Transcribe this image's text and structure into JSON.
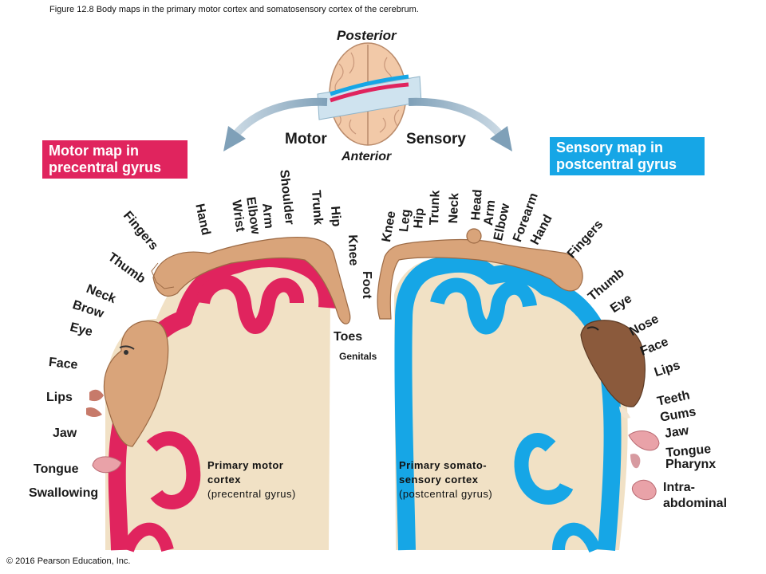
{
  "caption": "Figure 12.8 Body maps in the primary motor cortex and somatosensory cortex of the cerebrum.",
  "copyright": "© 2016 Pearson Education, Inc.",
  "orientation": {
    "posterior": "Posterior",
    "anterior": "Anterior"
  },
  "arrows": {
    "motor": "Motor",
    "sensory": "Sensory"
  },
  "motor_box": {
    "line1": "Motor map in",
    "line2": "precentral gyrus"
  },
  "sensory_box": {
    "line1": "Sensory map in",
    "line2": "postcentral gyrus"
  },
  "motor_labels": {
    "fingers": "Fingers",
    "hand": "Hand",
    "wrist": "Wrist",
    "elbow": "Elbow",
    "arm": "Arm",
    "shoulder": "Shoulder",
    "trunk": "Trunk",
    "hip": "Hip",
    "knee": "Knee",
    "foot": "Foot",
    "toes": "Toes",
    "thumb": "Thumb",
    "neck": "Neck",
    "brow": "Brow",
    "eye": "Eye",
    "face": "Face",
    "lips": "Lips",
    "jaw": "Jaw",
    "tongue": "Tongue",
    "swallowing": "Swallowing"
  },
  "sensory_labels": {
    "genitals": "Genitals",
    "knee": "Knee",
    "leg": "Leg",
    "hip": "Hip",
    "trunk": "Trunk",
    "neck": "Neck",
    "head": "Head",
    "arm": "Arm",
    "elbow": "Elbow",
    "forearm": "Forearm",
    "hand": "Hand",
    "fingers": "Fingers",
    "thumb": "Thumb",
    "eye": "Eye",
    "nose": "Nose",
    "face": "Face",
    "lips": "Lips",
    "teeth": "Teeth",
    "gums": "Gums",
    "jaw": "Jaw",
    "tongue": "Tongue",
    "pharynx": "Pharynx",
    "intra1": "Intra-",
    "intra2": "abdominal"
  },
  "motor_cortex": {
    "line1": "Primary motor",
    "line2": "cortex",
    "line3": "(precentral gyrus)"
  },
  "sensory_cortex": {
    "line1": "Primary somato-",
    "line2": "sensory cortex",
    "line3": "(postcentral gyrus)"
  },
  "colors": {
    "motor": "#e0245e",
    "sensory": "#16a6e6",
    "skin": "#d9a47a",
    "tissue": "#f1e1c5"
  }
}
